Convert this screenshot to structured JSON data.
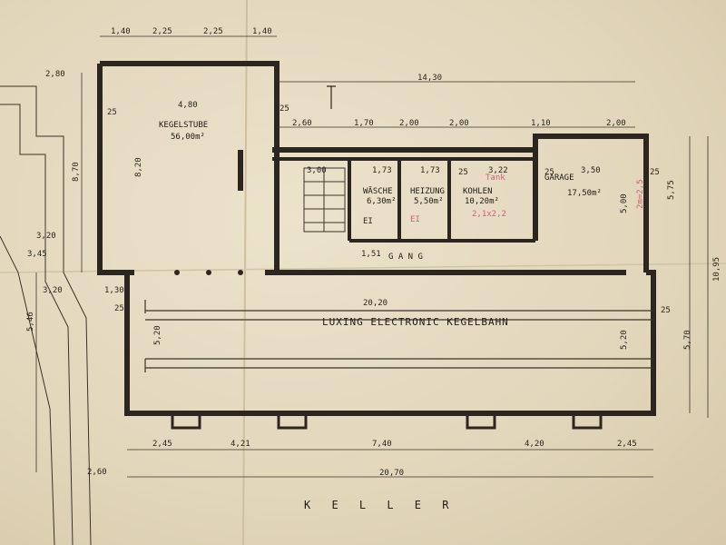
{
  "rooms": {
    "kegelstube": {
      "name": "KEGELSTUBE",
      "area": "56,00m²",
      "width": "4,80"
    },
    "wasche": {
      "name": "WÄSCHE",
      "area": "6,30m²"
    },
    "heizung": {
      "name": "HEIZUNG",
      "area": "5,50m²"
    },
    "kohlen": {
      "name": "KOHLEN",
      "area": "10,20m²",
      "tank_note": "Tank",
      "formula": "2,1x2,2"
    },
    "garage": {
      "name": "GARAGE",
      "area": "17,50m²",
      "width": "3,50"
    },
    "gang": {
      "name": "G A N G"
    },
    "bahn": {
      "name": "LUXING ELECTRONIC KEGELBAHN",
      "width": "20,20"
    }
  },
  "plan_title": "K E L L E R",
  "annotations": {
    "ei": "EI",
    "ei2": "EI",
    "red_margin": "2m=2,5"
  },
  "dimensions": {
    "top": [
      "1,40",
      "2,25",
      "2,25",
      "1,40"
    ],
    "overall_top": "14,30",
    "row2": [
      "2,60",
      "1,70",
      "2,00",
      "2,00",
      "1,10",
      "2,00"
    ],
    "room_small": [
      "1,73",
      "1,73",
      "3,22"
    ],
    "left": [
      "2,80",
      "8,70",
      "3,45",
      "3,20",
      "1,30",
      "5,46",
      "2,60"
    ],
    "kegelstube_height": "8,20",
    "bahn_height_left": "5,20",
    "bahn_height_right": "5,20",
    "right": [
      "5,75",
      "5,00",
      "5,70",
      "10,95"
    ],
    "bottom": [
      "2,45",
      "4,21",
      "7,40",
      "4,20",
      "2,45"
    ],
    "overall_bottom": "20,70",
    "wall": [
      "25",
      "25",
      "25",
      "25",
      "25",
      "25",
      "25",
      "3,00",
      "3,20",
      "1,51"
    ]
  }
}
